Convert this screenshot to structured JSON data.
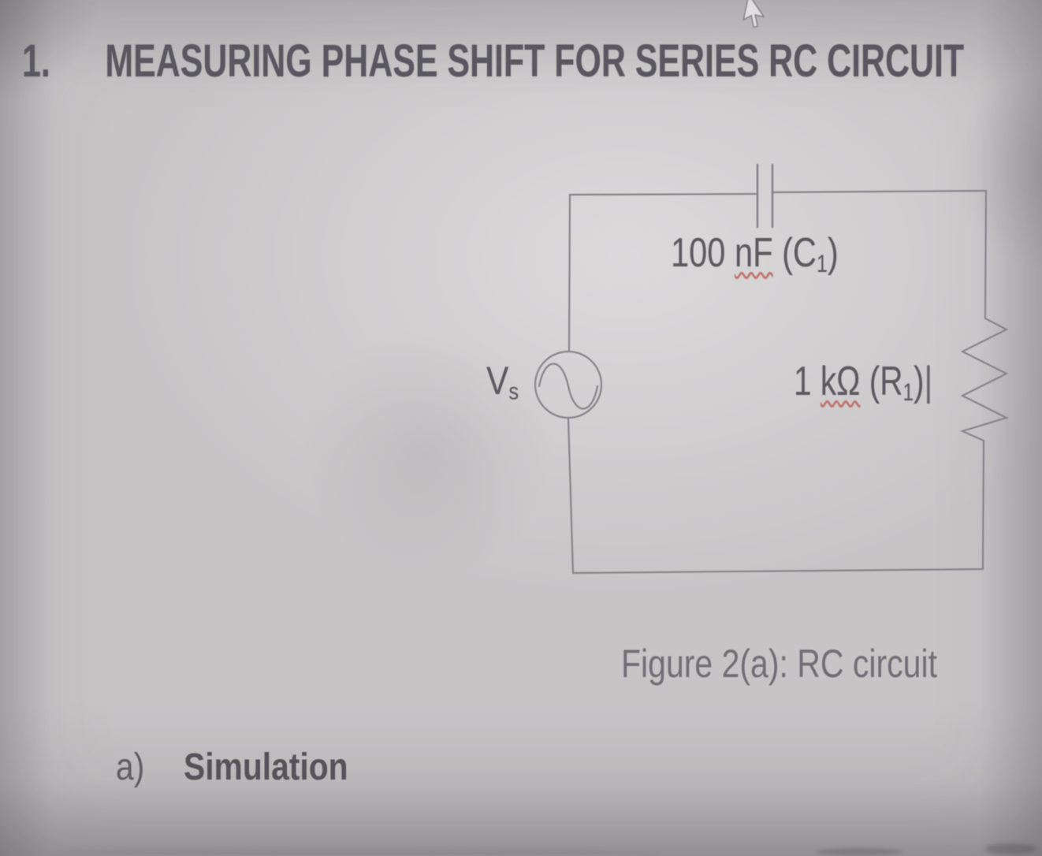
{
  "document": {
    "item_number": "1.",
    "title": "MEASURING PHASE SHIFT FOR SERIES RC CIRCUIT",
    "section": {
      "letter": "a)",
      "label": "Simulation"
    }
  },
  "figure": {
    "caption": "Figure 2(a): RC circuit",
    "components": {
      "capacitor": {
        "value": "100 ",
        "unit": "nF",
        "ref_open": " (C",
        "ref_sub": "1",
        "ref_close": ")"
      },
      "resistor": {
        "value": "1 ",
        "unit": "kΩ",
        "ref_open": " (R",
        "ref_sub": "1",
        "ref_close": ")",
        "text_caret": "|"
      },
      "source": {
        "symbol": "V",
        "symbol_sub": "s"
      }
    }
  },
  "colors": {
    "ink_dark": "#55535a",
    "ink_medium": "#5c5a60",
    "ink_light": "#716f75",
    "circuit_line": "#87858c",
    "spellcheck_red": "#c4736b",
    "paper": "#c9c7c8"
  }
}
